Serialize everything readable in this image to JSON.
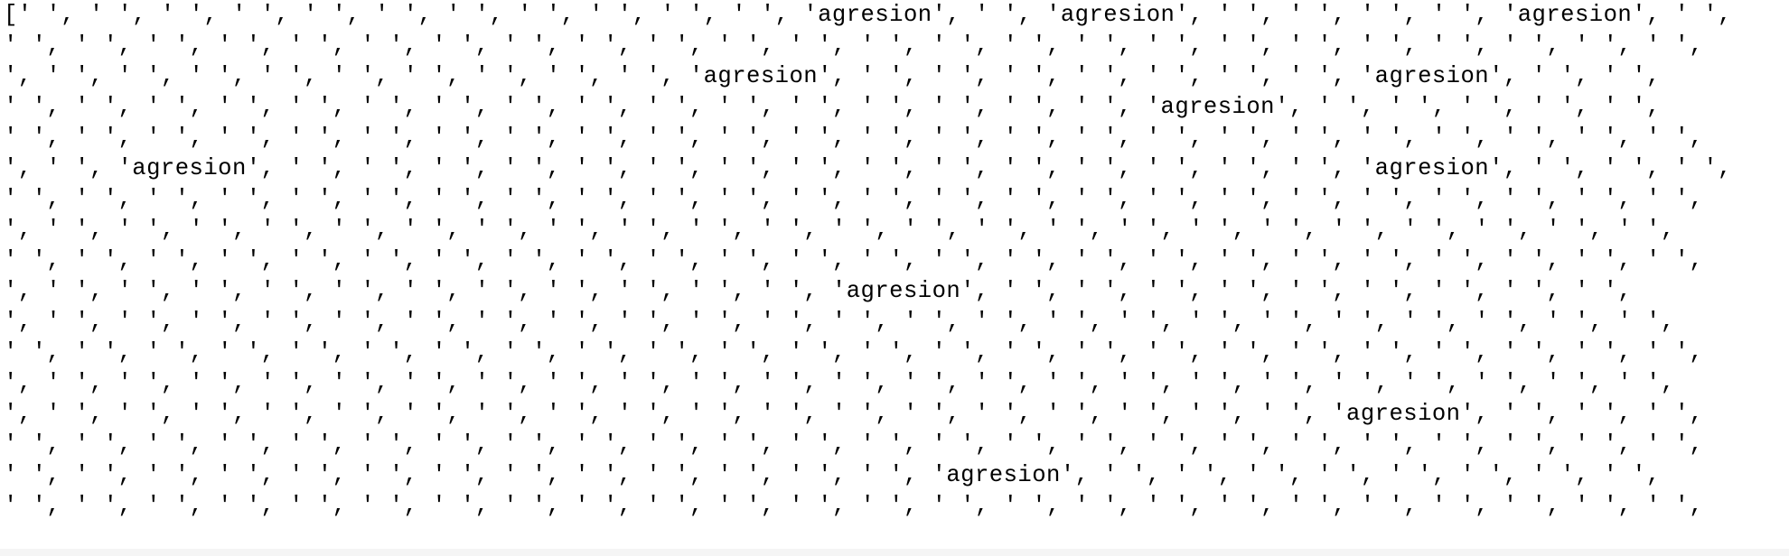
{
  "output": {
    "lines": [
      "[' ', ' ', ' ', ' ', ' ', ' ', ' ', ' ', ' ', ' ', ' ', 'agresion', ' ', 'agresion', ' ', ' ', ' ', ' ', 'agresion', ' ',",
      "' ', ' ', ' ', ' ', ' ', ' ', ' ', ' ', ' ', ' ', ' ', ' ', ' ', ' ', ' ', ' ', ' ', ' ', ' ', ' ', ' ', ' ', ' ', ' ',",
      "', ' ', ' ', ' ', ' ', ' ', ' ', ' ', ' ', ' ', 'agresion', ' ', ' ', ' ', ' ', ' ', ' ', ' ', 'agresion', ' ', ' ',",
      "' ', ' ', ' ', ' ', ' ', ' ', ' ', ' ', ' ', ' ', ' ', ' ', ' ', ' ', ' ', ' ', 'agresion', ' ', ' ', ' ', ' ', ' ',",
      "' ', ' ', ' ', ' ', ' ', ' ', ' ', ' ', ' ', ' ', ' ', ' ', ' ', ' ', ' ', ' ', ' ', ' ', ' ', ' ', ' ', ' ', ' ', ' ',",
      "', ' ', 'agresion', ' ', ' ', ' ', ' ', ' ', ' ', ' ', ' ', ' ', ' ', ' ', ' ', ' ', ' ', ' ', 'agresion', ' ', ' ', ' ',",
      "' ', ' ', ' ', ' ', ' ', ' ', ' ', ' ', ' ', ' ', ' ', ' ', ' ', ' ', ' ', ' ', ' ', ' ', ' ', ' ', ' ', ' ', ' ', ' ',",
      "', ' ', ' ', ' ', ' ', ' ', ' ', ' ', ' ', ' ', ' ', ' ', ' ', ' ', ' ', ' ', ' ', ' ', ' ', ' ', ' ', ' ', ' ', ' ',",
      "' ', ' ', ' ', ' ', ' ', ' ', ' ', ' ', ' ', ' ', ' ', ' ', ' ', ' ', ' ', ' ', ' ', ' ', ' ', ' ', ' ', ' ', ' ', ' ',",
      "', ' ', ' ', ' ', ' ', ' ', ' ', ' ', ' ', ' ', ' ', ' ', 'agresion', ' ', ' ', ' ', ' ', ' ', ' ', ' ', ' ', ' ',",
      "', ' ', ' ', ' ', ' ', ' ', ' ', ' ', ' ', ' ', ' ', ' ', ' ', ' ', ' ', ' ', ' ', ' ', ' ', ' ', ' ', ' ', ' ', ' ',",
      "' ', ' ', ' ', ' ', ' ', ' ', ' ', ' ', ' ', ' ', ' ', ' ', ' ', ' ', ' ', ' ', ' ', ' ', ' ', ' ', ' ', ' ', ' ', ' ',",
      "', ' ', ' ', ' ', ' ', ' ', ' ', ' ', ' ', ' ', ' ', ' ', ' ', ' ', ' ', ' ', ' ', ' ', ' ', ' ', ' ', ' ', ' ', ' ',",
      "', ' ', ' ', ' ', ' ', ' ', ' ', ' ', ' ', ' ', ' ', ' ', ' ', ' ', ' ', ' ', ' ', ' ', ' ', 'agresion', ' ', ' ', ' ',",
      "' ', ' ', ' ', ' ', ' ', ' ', ' ', ' ', ' ', ' ', ' ', ' ', ' ', ' ', ' ', ' ', ' ', ' ', ' ', ' ', ' ', ' ', ' ', ' ',",
      "' ', ' ', ' ', ' ', ' ', ' ', ' ', ' ', ' ', ' ', ' ', ' ', ' ', 'agresion', ' ', ' ', ' ', ' ', ' ', ' ', ' ', ' ',",
      "' ', ' ', ' ', ' ', ' ', ' ', ' ', ' ', ' ', ' ', ' ', ' ', ' ', ' ', ' ', ' ', ' ', ' ', ' ', ' ', ' ', ' ', ' ', ' ',"
    ]
  }
}
